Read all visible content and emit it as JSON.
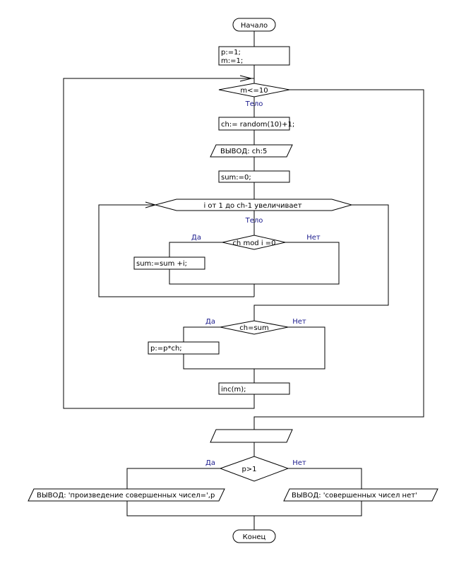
{
  "flowchart": {
    "start": "Начало",
    "end": "Конец",
    "init_p": "p:=1;",
    "init_m": "m:=1;",
    "while_cond": "m<=10",
    "while_body_label": "Тело",
    "assign_ch": "ch:= random(10)+1;",
    "output_ch": "ВЫВОД:  ch:5",
    "assign_sum0": "sum:=0;",
    "for_loop": "i  от  1  до  ch-1 увеличивает",
    "for_body_label": "Тело",
    "inner_cond": "ch mod i =0",
    "inner_yes": "Да",
    "inner_no": "Нет",
    "inner_action": "sum:=sum +i;",
    "cond2": "ch=sum",
    "cond2_yes": "Да",
    "cond2_no": "Нет",
    "assign_p": "p:=p*ch;",
    "inc_m": "inc(m);",
    "final_cond": "p>1",
    "final_yes": "Да",
    "final_no": "Нет",
    "out_yes": "ВЫВОД:  'произведение совершенных чисел=',p",
    "out_no": "ВЫВОД:  'совершенных чисел нет'"
  }
}
